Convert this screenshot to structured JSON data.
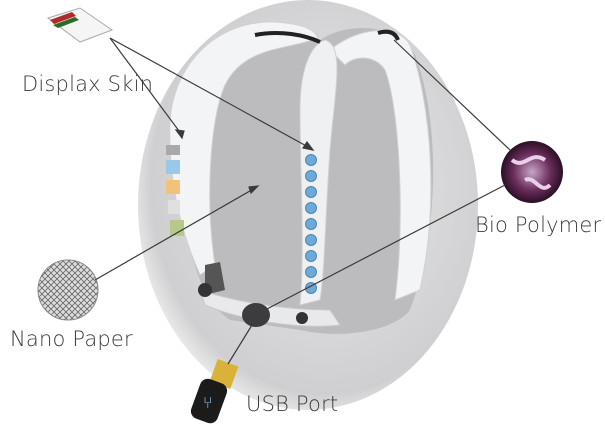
{
  "labels": {
    "displax_skin": "Displax Skin",
    "nano_paper": "Nano Paper",
    "bio_polymer": "Bio Polymer",
    "usb_port": "USB Port"
  },
  "colors": {
    "backdrop": "#d9d9d9",
    "device_body": "#f2f3f4",
    "mesh": "#bdbdc0",
    "led": "#6fa9d6",
    "callout_line": "#3a3a3a",
    "bio_polymer": "#7a3a6a",
    "usb_gold": "#d9b23a"
  },
  "led_count": 9
}
